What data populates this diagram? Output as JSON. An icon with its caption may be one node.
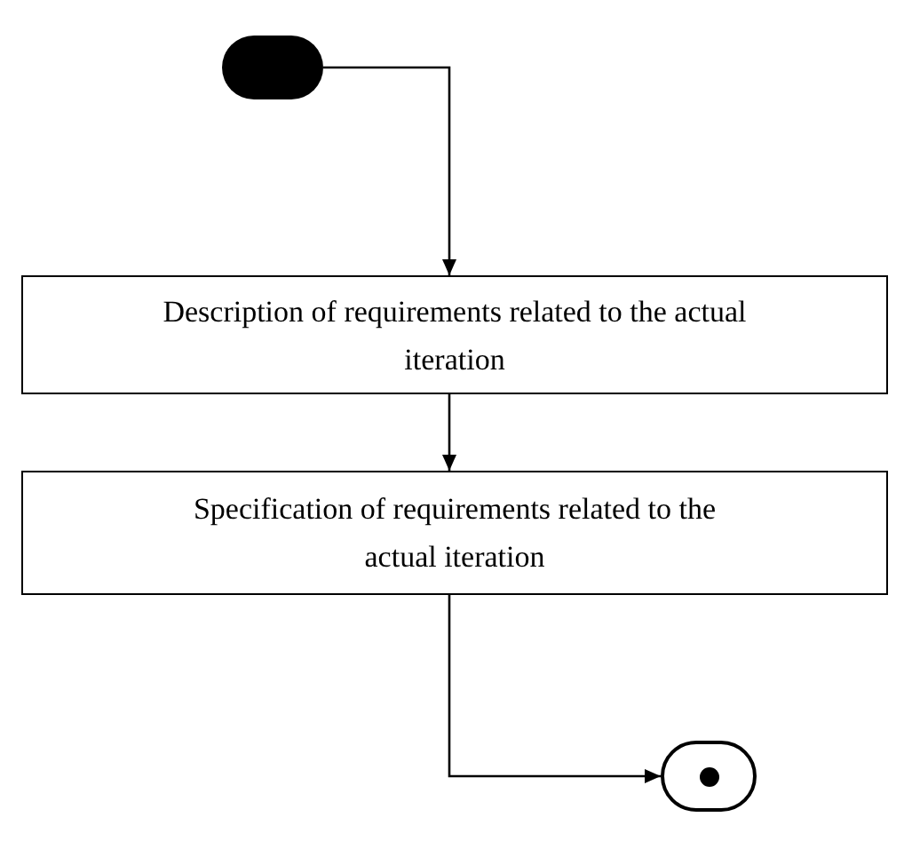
{
  "diagram": {
    "nodes": [
      {
        "text": [],
        "shape": "circle"
      },
      {
        "text": [
          "Description of requirements related to the actual iteration"
        ]
      },
      {
        "text": [
          "Specification of requirements related to the actual iteration"
        ]
      },
      {
        "text": [],
        "shape": "circle"
      }
    ],
    "edges": [
      {
        "from": 0,
        "to": 1,
        "arrow": "to"
      },
      {
        "from": 1,
        "to": 2,
        "arrow": "to"
      },
      {
        "from": 2,
        "to": 3,
        "arrow": "to"
      }
    ]
  }
}
